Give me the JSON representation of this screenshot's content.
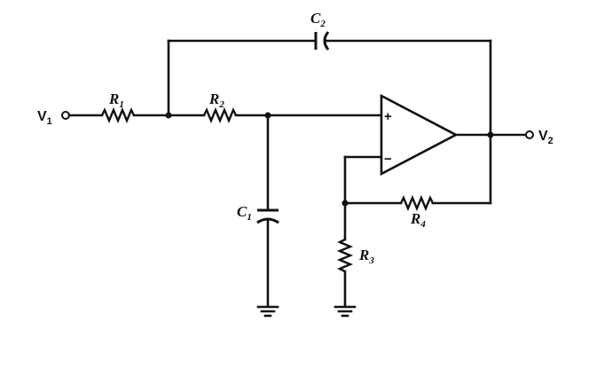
{
  "ports": {
    "input": {
      "main": "V",
      "sub": "1"
    },
    "output": {
      "main": "V",
      "sub": "2"
    }
  },
  "components": {
    "r1": {
      "main": "R",
      "sub": "1"
    },
    "r2": {
      "main": "R",
      "sub": "2"
    },
    "r3": {
      "main": "R",
      "sub": "3"
    },
    "r4": {
      "main": "R",
      "sub": "4"
    },
    "c1": {
      "main": "C",
      "sub": "1"
    },
    "c2": {
      "main": "C",
      "sub": "2"
    }
  },
  "opamp": {
    "plus": "+",
    "minus": "−"
  }
}
